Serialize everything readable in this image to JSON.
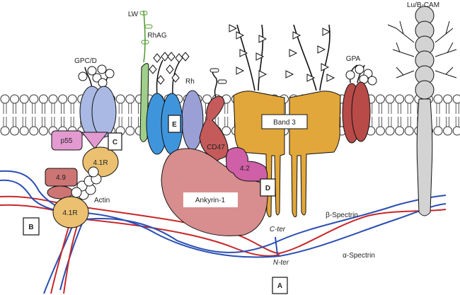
{
  "labels": {
    "lw": "LW",
    "rhag": "RhAG",
    "gpcd": "GPC/D",
    "rh": "Rh",
    "gpa": "GPA",
    "lubcam": "Lu/B-CAM",
    "band3": "Band 3",
    "p55": "p55",
    "protein41r_top": "4.1R",
    "protein41r_bottom": "4.1R",
    "protein49": "4.9",
    "actin": "Actin",
    "cd47": "CD47",
    "protein42": "4.2",
    "ankyrin": "Ankyrin-1",
    "beta_spectrin": "β-Spectrin",
    "alpha_spectrin": "α-Spectrin",
    "c_ter": "C-ter",
    "n_ter": "N-ter"
  },
  "boxes": {
    "a": "A",
    "b": "B",
    "c": "C",
    "d": "D",
    "e": "E"
  },
  "colors": {
    "gpc": "#a9b9e3",
    "rh_blue": "#3f95dc",
    "rh_purple": "#9aa0d6",
    "rhag_green": "#9fcf8a",
    "lw_green": "#4c9a2a",
    "band3": "#e2a73a",
    "gpa": "#b84a48",
    "cd47": "#c45a5a",
    "protein42": "#cf5fa6",
    "ankyrin": "#d88e8e",
    "p55": "#e39ad1",
    "protein41r": "#ebc070",
    "protein49": "#cd7474",
    "lubcam": "#d3d3d3",
    "alpha_spectrin": "#2b4fb3",
    "beta_spectrin": "#c8282a"
  }
}
